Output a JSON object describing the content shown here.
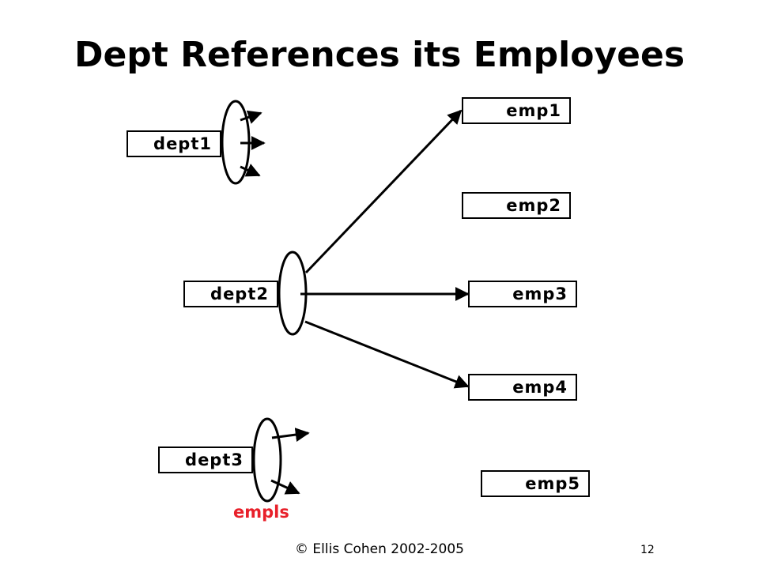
{
  "title": "Dept References its Employees",
  "departments": [
    "dept1",
    "dept2",
    "dept3"
  ],
  "employees": [
    "emp1",
    "emp2",
    "emp3",
    "emp4",
    "emp5"
  ],
  "collection_label": "empls",
  "footer": "© Ellis Cohen 2002-2005",
  "page_number": "12",
  "colors": {
    "ink": "#000000",
    "accent": "#e8202a",
    "background": "#ffffff"
  }
}
